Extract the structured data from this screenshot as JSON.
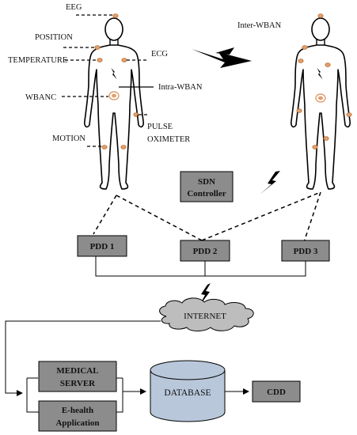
{
  "labels": {
    "eeg": "EEG",
    "position": "POSITION",
    "temperature": "TEMPERATURE",
    "wbanc": "WBANC",
    "motion": "MOTION",
    "ecg": "ECG",
    "intra_wban": "Intra-WBAN",
    "pulse_line1": "PULSE",
    "pulse_line2": "OXIMETER",
    "inter_wban": "Inter-WBAN"
  },
  "sdn": {
    "line1": "SDN",
    "line2": "Controller"
  },
  "pdd": [
    "PDD 1",
    "PDD 2",
    "PDD 3"
  ],
  "internet": "INTERNET",
  "medical_server": {
    "line1": "MEDICAL",
    "line2": "SERVER"
  },
  "ehealth": {
    "line1": "E-health",
    "line2": "Application"
  },
  "database": "DATABASE",
  "cdd": "CDD",
  "colors": {
    "box_fill": "#8c8c8c",
    "db_fill": "#b8c7da",
    "cloud_fill": "#bdbdbd",
    "sensor": "#e0a070",
    "line": "#000000"
  }
}
